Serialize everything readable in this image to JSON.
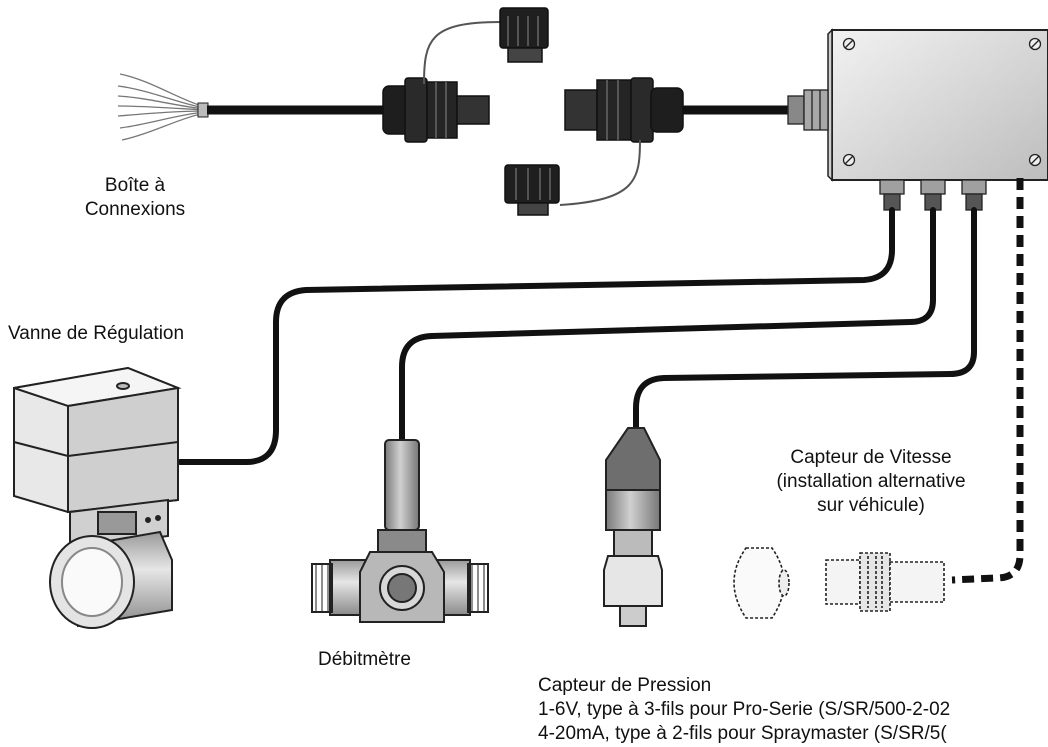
{
  "labels": {
    "junction_box": [
      "Boîte à",
      "Connexions"
    ],
    "control_valve": "Vanne de Régulation",
    "flowmeter": "Débitmètre",
    "speed_sensor": [
      "Capteur de Vitesse",
      "(installation alternative",
      "sur véhicule)"
    ],
    "pressure_sensor": [
      "Capteur de Pression",
      "1-6V, type à 3-fils pour Pro-Serie (S/SR/500-2-02",
      "4-20mA, type à 2-fils pour Spraymaster (S/SR/5("
    ]
  },
  "colors": {
    "line": "#111111",
    "body": "#d8d8d8",
    "body_dark": "#9a9a9a",
    "sensor": "#8c8c8c"
  }
}
